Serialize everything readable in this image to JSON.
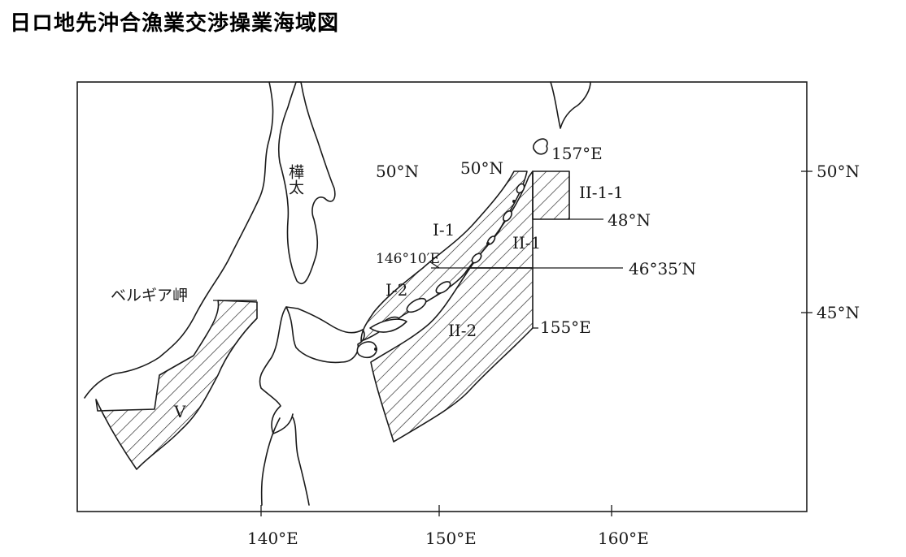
{
  "title": "日ロ地先沖合漁業交渉操業海域図",
  "axis": {
    "x_ticks": [
      "140°E",
      "150°E",
      "160°E"
    ],
    "y_ticks": [
      "50°N",
      "45°N"
    ]
  },
  "places": {
    "sakhalin": "樺太",
    "cape": "ベルギア岬"
  },
  "zones": {
    "i1": "I-1",
    "i2": "I-2",
    "ii1": "II-1",
    "ii2": "II-2",
    "ii11": "II-1-1",
    "v": "V"
  },
  "coords": {
    "lat50_left": "50°N",
    "lat50_right": "50°N",
    "lon157": "157°E",
    "lat48": "48°N",
    "lon146": "146°10′E",
    "lat4635": "46°35′N",
    "lon155": "155°E"
  },
  "colors": {
    "ink": "#1a1a1a",
    "paper": "#ffffff"
  }
}
